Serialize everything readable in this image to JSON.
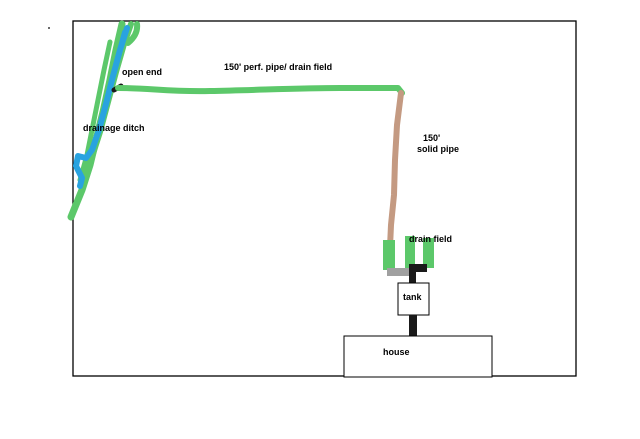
{
  "labels": {
    "open_end": "open end",
    "perf_pipe": "150' perf. pipe/ drain field",
    "drainage_ditch": "drainage ditch",
    "solid_pipe_length": "150'",
    "solid_pipe": "solid pipe",
    "drain_field": "drain field",
    "tank": "tank",
    "house": "house"
  },
  "colors": {
    "boundary": "#000000",
    "ditch_water": "#29a3e0",
    "drain_field_green": "#5cc86a",
    "solid_pipe": "#c49a82",
    "connector_gray": "#a0a0a0",
    "pipe_black": "#1a1a1a"
  }
}
